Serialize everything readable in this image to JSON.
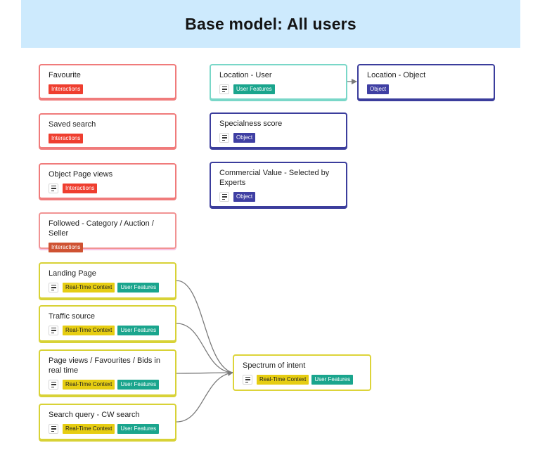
{
  "header": {
    "title": "Base model: All users"
  },
  "tags": {
    "interactions": "Interactions",
    "user_features": "User Features",
    "object": "Object",
    "real_time_context": "Real-Time Context"
  },
  "nodes": {
    "favourite": {
      "title": "Favourite"
    },
    "saved_search": {
      "title": "Saved search"
    },
    "object_page_views": {
      "title": "Object Page views"
    },
    "followed": {
      "title": "Followed - Category / Auction / Seller"
    },
    "landing_page": {
      "title": "Landing Page"
    },
    "traffic_source": {
      "title": "Traffic source"
    },
    "page_views_realtime": {
      "title": "Page views / Favourites / Bids in real time"
    },
    "search_query": {
      "title": "Search query - CW search"
    },
    "location_user": {
      "title": "Location - User"
    },
    "location_object": {
      "title": "Location - Object"
    },
    "specialness_score": {
      "title": "Specialness score"
    },
    "commercial_value": {
      "title": "Commercial Value - Selected by Experts"
    },
    "spectrum_of_intent": {
      "title": "Spectrum of intent"
    }
  },
  "edges": [
    {
      "from": "Location - User",
      "to": "Location - Object"
    },
    {
      "from": "Landing Page",
      "to": "Spectrum of intent"
    },
    {
      "from": "Traffic source",
      "to": "Spectrum of intent"
    },
    {
      "from": "Page views / Favourites / Bids in real time",
      "to": "Spectrum of intent"
    },
    {
      "from": "Search query - CW search",
      "to": "Spectrum of intent"
    }
  ],
  "colors": {
    "header_bg": "#cdeafd",
    "interactions": "#ef3e2f",
    "user_features": "#1aa58d",
    "object": "#3f3fa3",
    "real_time_context": "#e6cd12",
    "connector": "#7a7a7a"
  }
}
